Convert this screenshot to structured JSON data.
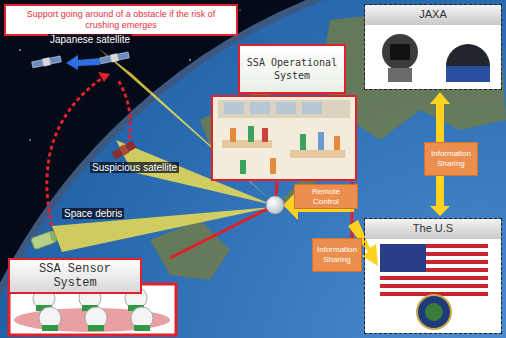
{
  "diagram": {
    "nodes": [
      {
        "text": [
          "Support going around of a obstacle if the risk of crushing emerges"
        ]
      },
      {
        "text": [
          "SSA Operational System"
        ]
      },
      {
        "text": [
          "JAXA"
        ]
      },
      {
        "text": [
          "Information Sharing"
        ]
      },
      {
        "text": [
          "Remote Control"
        ]
      },
      {
        "text": [
          "Information Sharing"
        ]
      },
      {
        "text": [
          "The U.S"
        ]
      },
      {
        "text": [
          "SSA Sensor System"
        ]
      }
    ],
    "edges": [
      {
        "from": 7,
        "to": 1,
        "arrow": "none"
      }
    ],
    "labels": [
      "Japanese satellite",
      "Suspicious satellite",
      "Space debris"
    ]
  }
}
